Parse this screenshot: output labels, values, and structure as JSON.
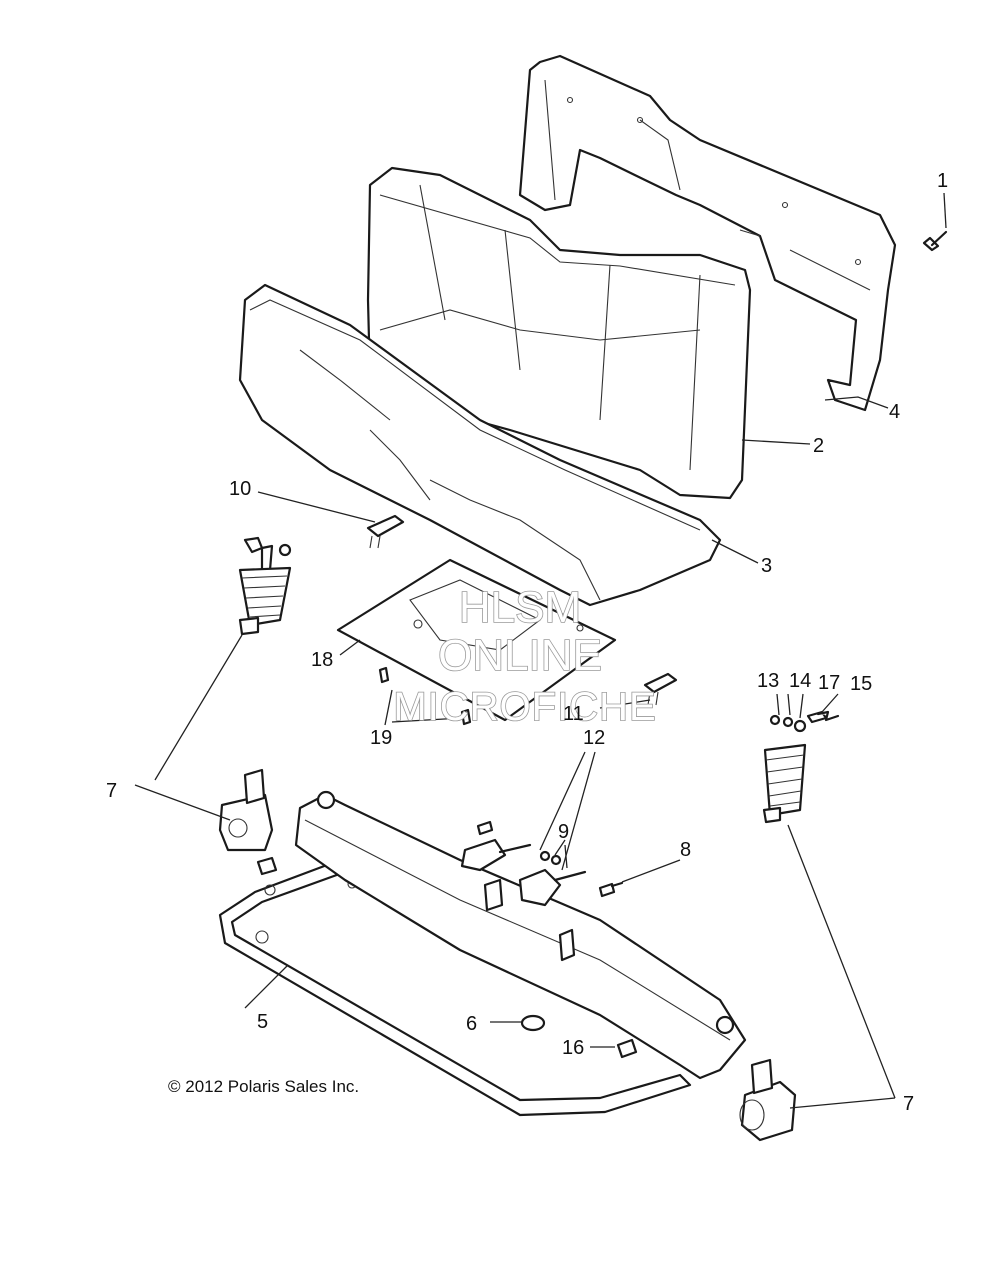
{
  "callouts": {
    "c1": "1",
    "c2": "2",
    "c3": "3",
    "c4": "4",
    "c5": "5",
    "c6": "6",
    "c7a": "7",
    "c7b": "7",
    "c8": "8",
    "c9": "9",
    "c10": "10",
    "c11": "11",
    "c12": "12",
    "c13": "13",
    "c14": "14",
    "c15": "15",
    "c16": "16",
    "c17": "17",
    "c18": "18",
    "c19": "19"
  },
  "watermark": {
    "line1": "HLSM",
    "line2": "ONLINE",
    "line3": "MICROFICHE"
  },
  "copyright": "© 2012 Polaris Sales Inc."
}
